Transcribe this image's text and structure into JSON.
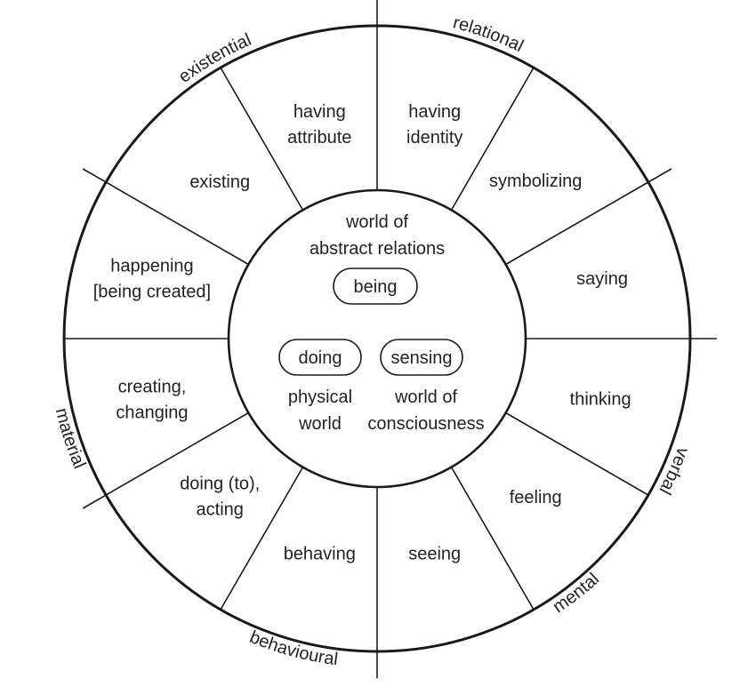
{
  "diagram": {
    "process_types": [
      {
        "name": "relational",
        "label": "relational"
      },
      {
        "name": "verbal",
        "label": "verbal"
      },
      {
        "name": "mental",
        "label": "mental"
      },
      {
        "name": "behavioural",
        "label": "behavioural"
      },
      {
        "name": "material",
        "label": "material"
      },
      {
        "name": "existential",
        "label": "existential"
      }
    ],
    "segments": [
      {
        "name": "having-identity",
        "lines": [
          "having",
          "identity"
        ]
      },
      {
        "name": "symbolizing",
        "lines": [
          "symbolizing"
        ]
      },
      {
        "name": "saying",
        "lines": [
          "saying"
        ]
      },
      {
        "name": "thinking",
        "lines": [
          "thinking"
        ]
      },
      {
        "name": "feeling",
        "lines": [
          "feeling"
        ]
      },
      {
        "name": "seeing",
        "lines": [
          "seeing"
        ]
      },
      {
        "name": "behaving",
        "lines": [
          "behaving"
        ]
      },
      {
        "name": "doing-to-acting",
        "lines": [
          "doing (to),",
          "acting"
        ]
      },
      {
        "name": "creating-changing",
        "lines": [
          "creating,",
          "changing"
        ]
      },
      {
        "name": "happening",
        "lines": [
          "happening",
          "[being created]"
        ]
      },
      {
        "name": "existing",
        "lines": [
          "existing"
        ]
      },
      {
        "name": "having-attribute",
        "lines": [
          "having",
          "attribute"
        ]
      }
    ],
    "core": {
      "abstract": {
        "lines": [
          "world of",
          "abstract relations"
        ],
        "pill": "being"
      },
      "physical": {
        "lines": [
          "physical",
          "world"
        ],
        "pill": "doing"
      },
      "consciousness": {
        "lines": [
          "world of",
          "consciousness"
        ],
        "pill": "sensing"
      }
    }
  }
}
